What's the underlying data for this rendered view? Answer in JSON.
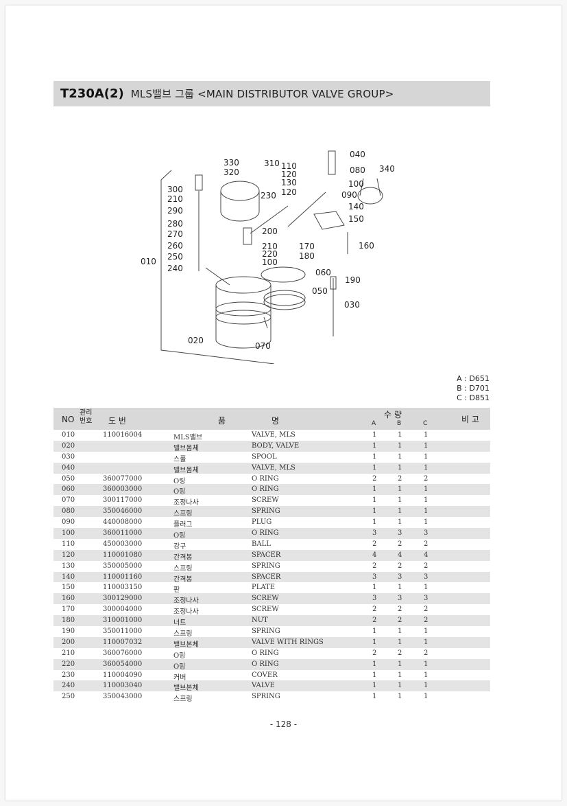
{
  "header": {
    "code": "T230A(2)",
    "title": "MLS밸브 그룹 <MAIN DISTRIBUTOR VALVE GROUP>"
  },
  "diagram": {
    "callouts": [
      "330",
      "320",
      "310",
      "110",
      "120",
      "130",
      "120",
      "040",
      "080",
      "340",
      "100",
      "090",
      "140",
      "150",
      "230",
      "300",
      "210",
      "290",
      "280",
      "270",
      "260",
      "250",
      "240",
      "010",
      "200",
      "210",
      "220",
      "100",
      "170",
      "180",
      "160",
      "060",
      "190",
      "050",
      "030",
      "020",
      "070"
    ]
  },
  "variants": [
    "A : D651",
    "B : D701",
    "C : D851"
  ],
  "table": {
    "headers": {
      "no": "NO",
      "mgmt": "관리번호",
      "drawing": "도   번",
      "name1": "품",
      "name2": "명",
      "qty": "수   량",
      "a": "A",
      "b": "B",
      "c": "C",
      "remark": "비 고"
    },
    "rows": [
      {
        "no": "010",
        "part": "110016004",
        "kr": "MLS밸브",
        "en": "VALVE, MLS",
        "a": "1",
        "b": "1",
        "c": "1"
      },
      {
        "no": "020",
        "part": "",
        "kr": "밸브몸체",
        "en": "BODY, VALVE",
        "a": "1",
        "b": "1",
        "c": "1"
      },
      {
        "no": "030",
        "part": "",
        "kr": "스풀",
        "en": "SPOOL",
        "a": "1",
        "b": "1",
        "c": "1"
      },
      {
        "no": "040",
        "part": "",
        "kr": "밸브몸체",
        "en": "VALVE, MLS",
        "a": "1",
        "b": "1",
        "c": "1"
      },
      {
        "no": "050",
        "part": "360077000",
        "kr": "O링",
        "en": "O RING",
        "a": "2",
        "b": "2",
        "c": "2"
      },
      {
        "no": "060",
        "part": "360003000",
        "kr": "O링",
        "en": "O RING",
        "a": "1",
        "b": "1",
        "c": "1"
      },
      {
        "no": "070",
        "part": "300117000",
        "kr": "조정나사",
        "en": "SCREW",
        "a": "1",
        "b": "1",
        "c": "1"
      },
      {
        "no": "080",
        "part": "350046000",
        "kr": "스프링",
        "en": "SPRING",
        "a": "1",
        "b": "1",
        "c": "1"
      },
      {
        "no": "090",
        "part": "440008000",
        "kr": "플러그",
        "en": "PLUG",
        "a": "1",
        "b": "1",
        "c": "1"
      },
      {
        "no": "100",
        "part": "360011000",
        "kr": "O링",
        "en": "O RING",
        "a": "3",
        "b": "3",
        "c": "3"
      },
      {
        "no": "110",
        "part": "450003000",
        "kr": "강구",
        "en": "BALL",
        "a": "2",
        "b": "2",
        "c": "2"
      },
      {
        "no": "120",
        "part": "110001080",
        "kr": "간격봉",
        "en": "SPACER",
        "a": "4",
        "b": "4",
        "c": "4"
      },
      {
        "no": "130",
        "part": "350005000",
        "kr": "스프링",
        "en": "SPRING",
        "a": "2",
        "b": "2",
        "c": "2"
      },
      {
        "no": "140",
        "part": "110001160",
        "kr": "간격봉",
        "en": "SPACER",
        "a": "3",
        "b": "3",
        "c": "3"
      },
      {
        "no": "150",
        "part": "110003150",
        "kr": "판",
        "en": "PLATE",
        "a": "1",
        "b": "1",
        "c": "1"
      },
      {
        "no": "160",
        "part": "300129000",
        "kr": "조정나사",
        "en": "SCREW",
        "a": "3",
        "b": "3",
        "c": "3"
      },
      {
        "no": "170",
        "part": "300004000",
        "kr": "조정나사",
        "en": "SCREW",
        "a": "2",
        "b": "2",
        "c": "2"
      },
      {
        "no": "180",
        "part": "310001000",
        "kr": "너트",
        "en": "NUT",
        "a": "2",
        "b": "2",
        "c": "2"
      },
      {
        "no": "190",
        "part": "350011000",
        "kr": "스프링",
        "en": "SPRING",
        "a": "1",
        "b": "1",
        "c": "1"
      },
      {
        "no": "200",
        "part": "110007032",
        "kr": "밸브본체",
        "en": "VALVE WITH RINGS",
        "a": "1",
        "b": "1",
        "c": "1"
      },
      {
        "no": "210",
        "part": "360076000",
        "kr": "O링",
        "en": "O RING",
        "a": "2",
        "b": "2",
        "c": "2"
      },
      {
        "no": "220",
        "part": "360054000",
        "kr": "O링",
        "en": "O RING",
        "a": "1",
        "b": "1",
        "c": "1"
      },
      {
        "no": "230",
        "part": "110004090",
        "kr": "커버",
        "en": "COVER",
        "a": "1",
        "b": "1",
        "c": "1"
      },
      {
        "no": "240",
        "part": "110003040",
        "kr": "밸브본체",
        "en": "VALVE",
        "a": "1",
        "b": "1",
        "c": "1"
      },
      {
        "no": "250",
        "part": "350043000",
        "kr": "스프링",
        "en": "SPRING",
        "a": "1",
        "b": "1",
        "c": "1"
      }
    ]
  },
  "page_number": "- 128 -"
}
